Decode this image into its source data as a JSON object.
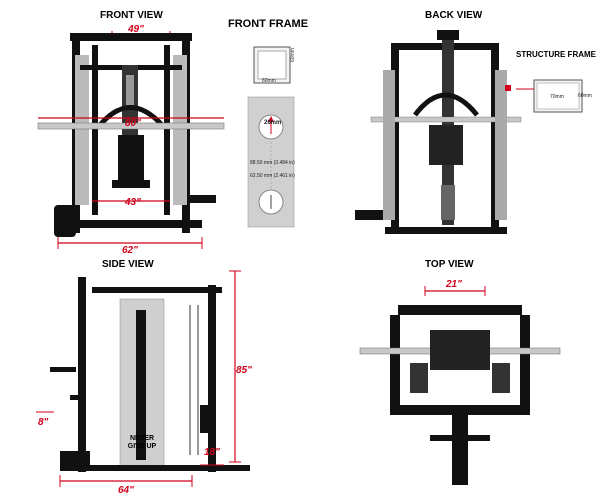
{
  "views": {
    "front": {
      "title": "FRONT VIEW",
      "top_width": "49\"",
      "mid_width": "80\"",
      "inner_width": "43\"",
      "base_width": "62\""
    },
    "front_frame": {
      "title": "FRONT FRAME",
      "profile_w": "60mm",
      "profile_h": "60mm",
      "hole": "26mm",
      "spacing_1": "88.50 mm (3.484 in)",
      "spacing_2": "62.50 mm (2.461 in)"
    },
    "back": {
      "title": "BACK VIEW"
    },
    "structure_frame": {
      "title": "STRUCTURE FRAME",
      "profile_w": "70mm",
      "profile_h": "60mm"
    },
    "side": {
      "title": "SIDE VIEW",
      "height": "85\"",
      "depth": "64\"",
      "foot": "18\"",
      "handle": "8\"",
      "brand": "NEVER GIVE UP"
    },
    "top": {
      "title": "TOP VIEW",
      "width": "21\""
    }
  },
  "colors": {
    "dimension": "#d0021b",
    "frame": "#111111",
    "plate": "#c8c8c8"
  }
}
